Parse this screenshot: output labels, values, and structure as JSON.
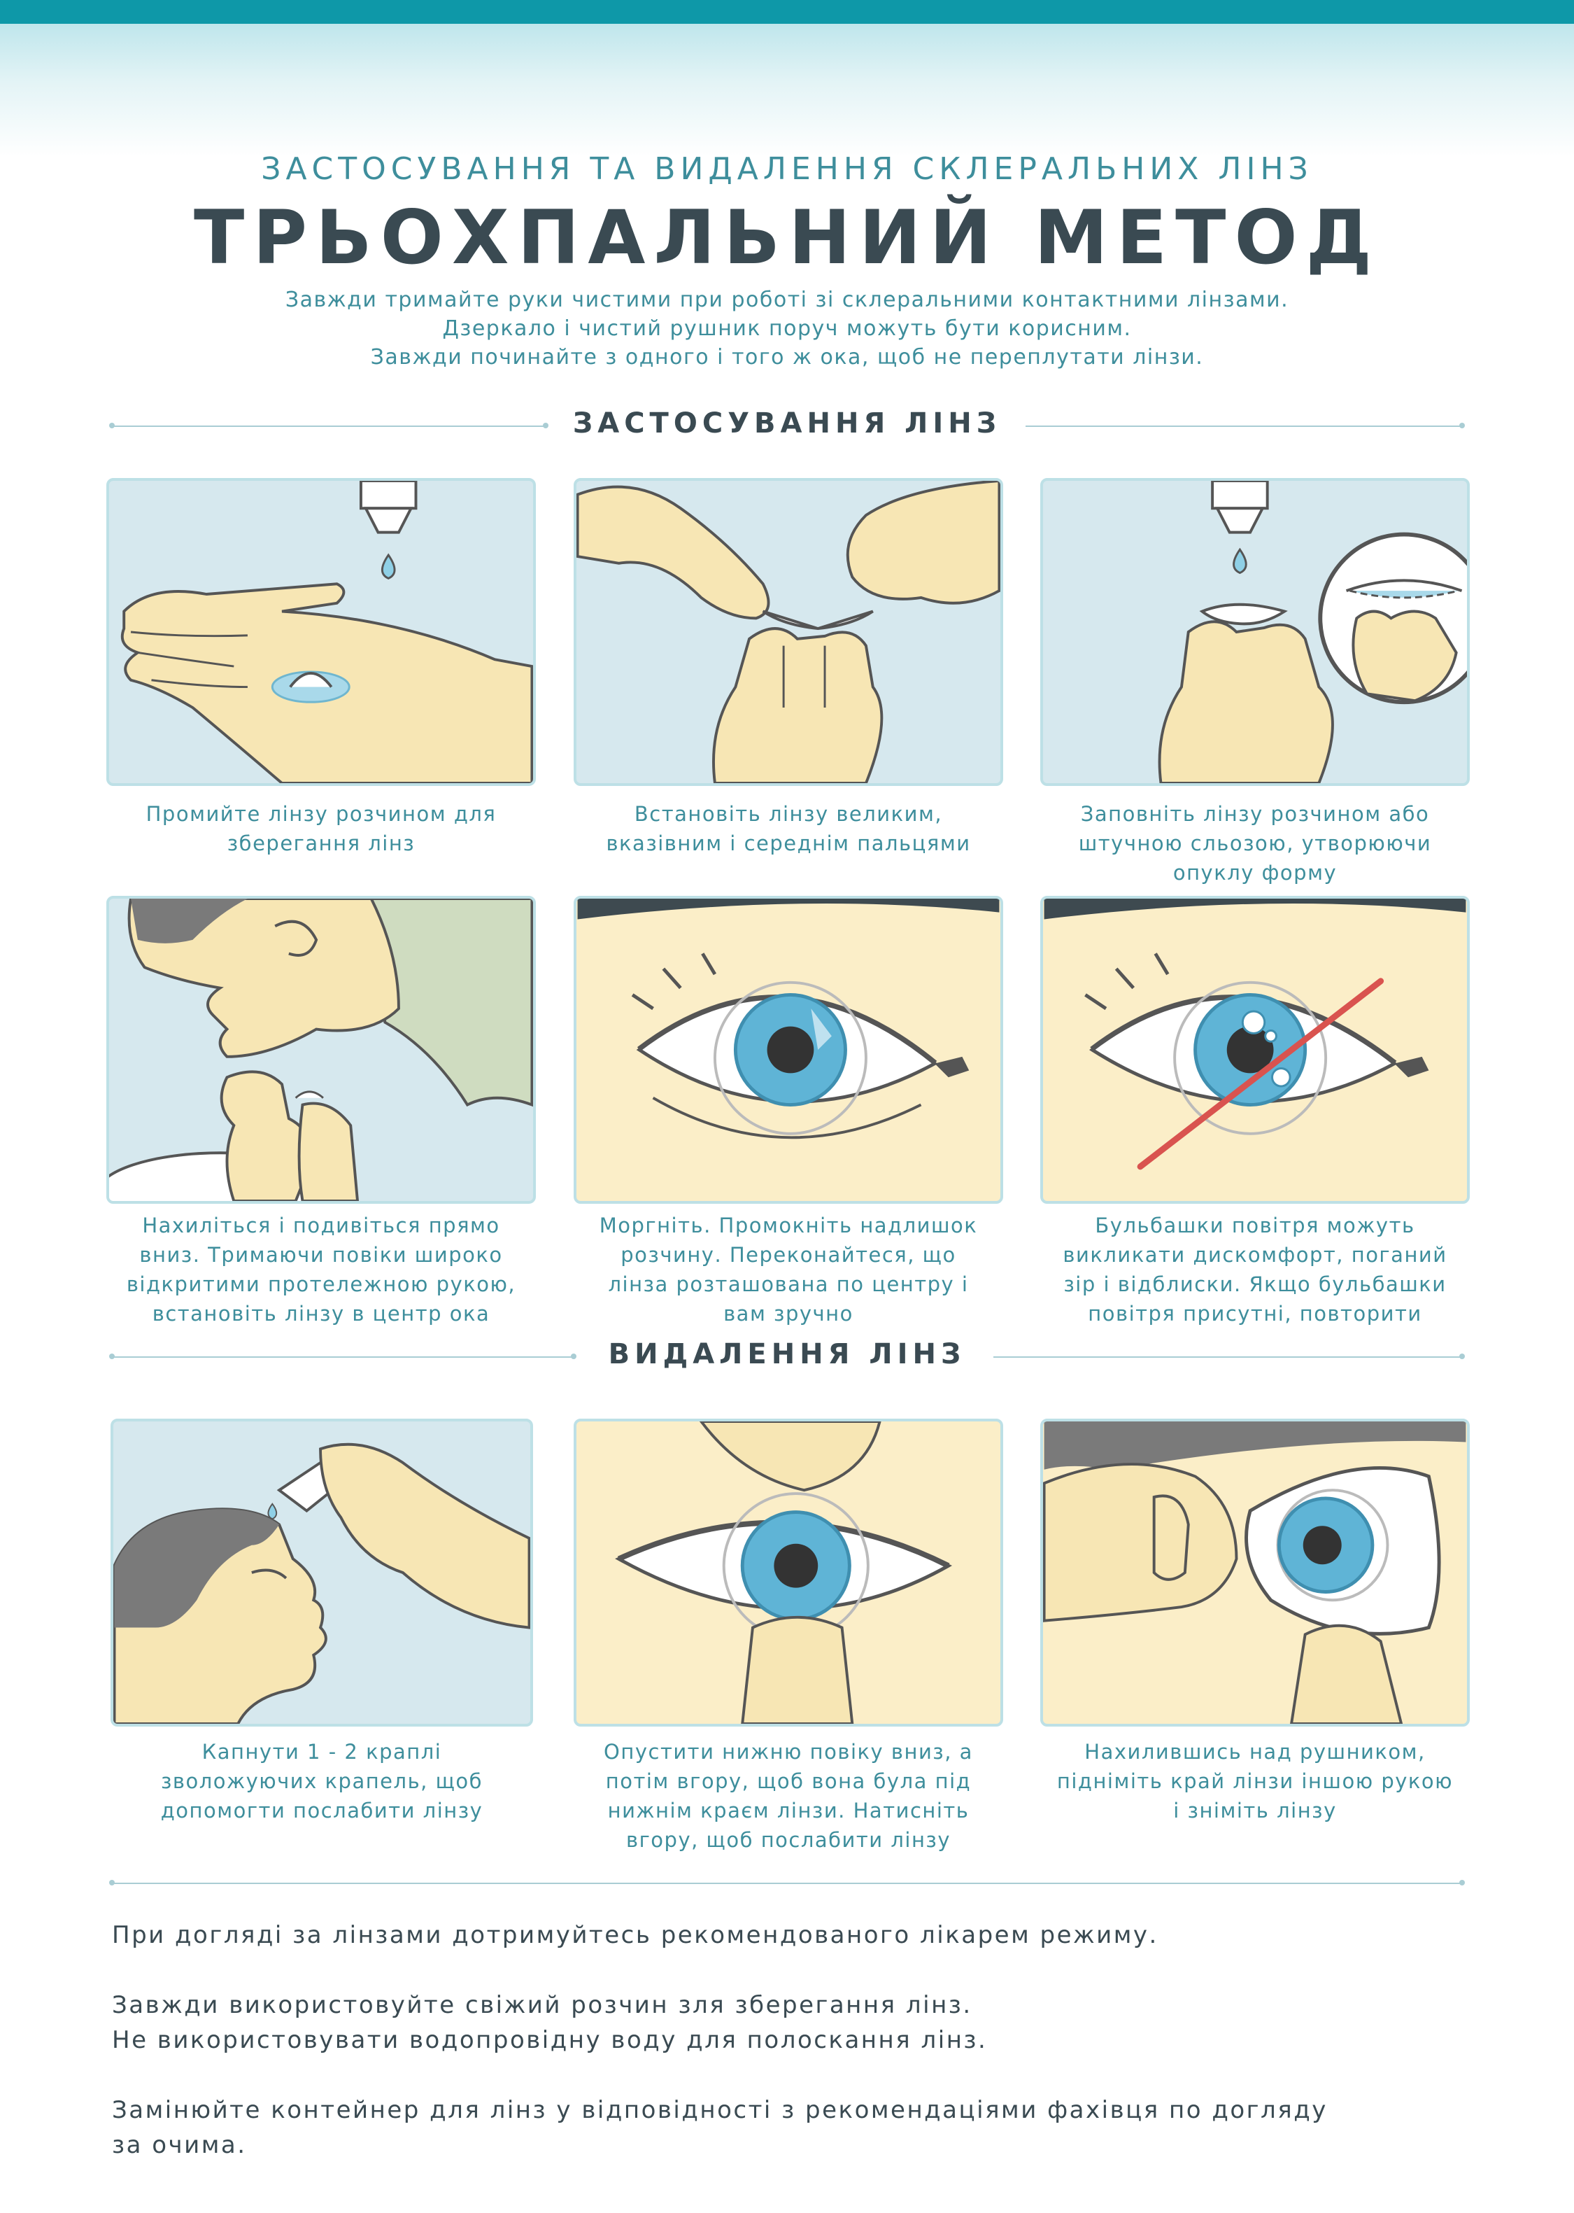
{
  "header": {
    "subtitle": "ЗАСТОСУВАННЯ ТА ВИДАЛЕННЯ СКЛЕРАЛЬНИХ ЛІНЗ",
    "title": "ТРЬОХПАЛЬНИЙ МЕТОД",
    "intro": [
      "Завжди тримайте руки чистими при роботі зі склеральними контактними лінзами.",
      "Дзеркало і чистий рушник поруч можуть бути корисним.",
      "Завжди починайте з одного і того ж ока, щоб не переплутати лінзи."
    ]
  },
  "sections": {
    "apply": "ЗАСТОСУВАННЯ ЛІНЗ",
    "remove": "ВИДАЛЕННЯ ЛІНЗ"
  },
  "steps": [
    {
      "caption": [
        "Промийте лінзу розчином для",
        "зберегання лінз"
      ],
      "icon": "palm-lens-rinse-icon"
    },
    {
      "caption": [
        "Встановіть лінзу великим,",
        "вказівним і середнім пальцями"
      ],
      "icon": "three-finger-lens-icon"
    },
    {
      "caption": [
        "Заповніть лінзу розчином або",
        "штучною сльозою, утворюючи",
        "опуклу форму"
      ],
      "icon": "fill-lens-icon"
    },
    {
      "caption": [
        "Нахиліться і подивіться прямо",
        "вниз. Тримаючи повіки широко",
        "відкритими протележною рукою,",
        "встановіть лінзу в центр ока"
      ],
      "icon": "insert-lens-icon"
    },
    {
      "caption": [
        "Моргніть. Промокніть надлишок",
        "розчину. Переконайтеся, що",
        "лінза розташована по центру і",
        "вам зручно"
      ],
      "icon": "centered-lens-eye-icon"
    },
    {
      "caption": [
        "Бульбашки повітря можуть",
        "викликати дискомфорт, поганий",
        "зір і відблиски. Якщо бульбашки",
        "повітря присутні, повторити"
      ],
      "icon": "air-bubbles-eye-icon"
    },
    {
      "caption": [
        "Капнути 1 - 2 краплі",
        "зволожуючих крапель, щоб",
        "допомогти послабити лінзу"
      ],
      "icon": "eye-drops-icon"
    },
    {
      "caption": [
        "Опустити нижню повіку вниз, а",
        "потім вгору, щоб вона була під",
        "нижнім краєм лінзи. Натисніть",
        "вгору, щоб послабити лінзу"
      ],
      "icon": "lower-lid-press-icon"
    },
    {
      "caption": [
        "Нахилившись над рушником,",
        "підніміть край лінзи іншою рукою",
        "і зніміть лінзу"
      ],
      "icon": "lift-lens-edge-icon"
    }
  ],
  "footer": [
    [
      "При догляді за лінзами дотримуйтесь рекомендованого лікарем режиму."
    ],
    [
      "Завжди використовуйте свіжий розчин зля зберегання лінз.",
      "Не використовувати водопровідну воду для полоскання лінз."
    ],
    [
      "Замінюйте контейнер для лінз у відповідності з рекомендаціями фахівця по догляду",
      "за очима."
    ]
  ],
  "colors": {
    "accent": "#0e98a8",
    "heading": "#3a4a52",
    "caption": "#3e8e9c",
    "panel_blue": "#d6e8ee",
    "panel_cream": "#fbeec8",
    "skin": "#f7e6b4",
    "iris": "#5fb4d6",
    "warning_line": "#d9534f"
  }
}
